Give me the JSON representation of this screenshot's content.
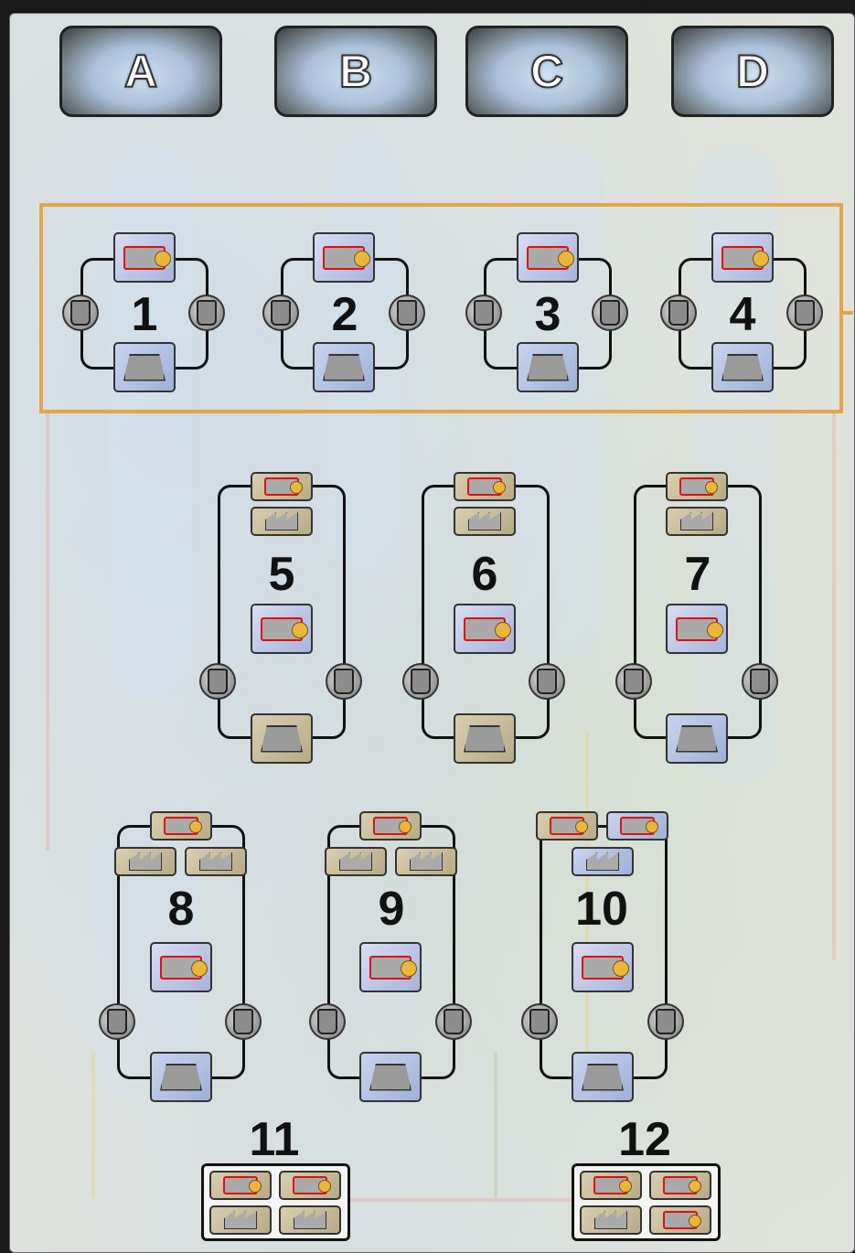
{
  "basins": [
    {
      "id": "A",
      "label": "A"
    },
    {
      "id": "B",
      "label": "B"
    },
    {
      "id": "C",
      "label": "C"
    },
    {
      "id": "D",
      "label": "D"
    }
  ],
  "zone_highlight_color": "#e3a64a",
  "areas": [
    {
      "label": "1"
    },
    {
      "label": "2"
    },
    {
      "label": "3"
    },
    {
      "label": "4"
    },
    {
      "label": "5"
    },
    {
      "label": "6"
    },
    {
      "label": "7"
    },
    {
      "label": "8"
    },
    {
      "label": "9"
    },
    {
      "label": "10"
    },
    {
      "label": "11"
    },
    {
      "label": "12"
    }
  ],
  "icons": {
    "dam": "dam-icon",
    "powerhouse": "powerhouse-icon",
    "conduit": "conduit-icon",
    "factory": "factory-icon"
  }
}
